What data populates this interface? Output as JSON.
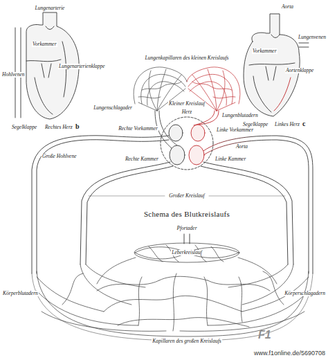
{
  "diagram": {
    "title": "Schema des Blutkreislaufs",
    "labels": [
      "Lungenarterie",
      "Vorkammer",
      "Hohlvenen",
      "Lungenarterienklappe",
      "Segelklappe",
      "Rechtes Herz",
      "b",
      "Lungenkapillaren des kleinen Kreislaufs",
      "Lungenschlagader",
      "Lungenblutadern",
      "Kleiner Kreislauf",
      "Herz",
      "Linke Vorkammer",
      "Rechte Vorkammer",
      "Rechte Kammer",
      "Linke Kammer",
      "Aorta",
      "Vorkammer",
      "Lungenvenen",
      "Aortenklappe",
      "Segelklappe",
      "Linkes Herz",
      "c",
      "Große Hohlvene",
      "Aorta",
      "Großer Kreislauf",
      "Pfortader",
      "Leberkreislauf",
      "Körperblutadern",
      "Körperschlagadern",
      "Kapillaren des großen Kreislaufs",
      "F1",
      "www.f1online.de/5690708"
    ]
  }
}
